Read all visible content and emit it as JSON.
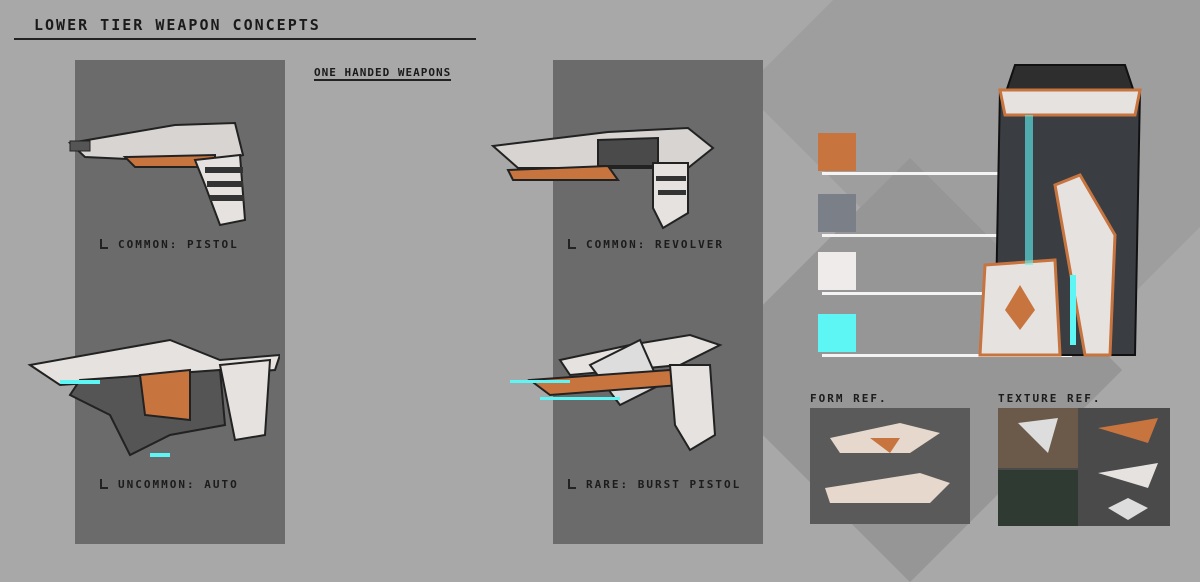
{
  "title": "LOWER TIER WEAPON CONCEPTS",
  "subtitle": "ONE HANDED WEAPONS",
  "weapons": [
    {
      "label": "COMMON: PISTOL"
    },
    {
      "label": "COMMON: REVOLVER"
    },
    {
      "label": "UNCOMMON: AUTO"
    },
    {
      "label": "RARE: BURST PISTOL"
    }
  ],
  "palette": {
    "orange": "#c8743f",
    "gray": "#7b7f87",
    "white": "#efebeb",
    "cyan": "#5ef5f5"
  },
  "refs": {
    "form": "FORM REF.",
    "texture": "TEXTURE REF."
  }
}
